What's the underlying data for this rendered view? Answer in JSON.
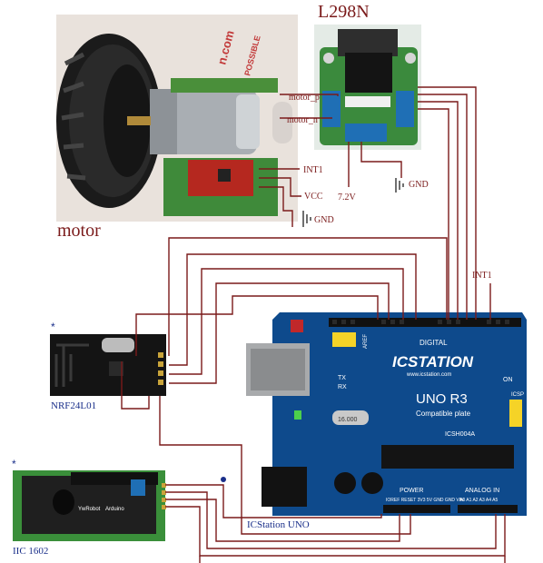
{
  "modules": {
    "motor": {
      "label": "motor"
    },
    "driver": {
      "label": "L298N"
    },
    "radio": {
      "label": "NRF24L01"
    },
    "lcd": {
      "label": "IIC 1602",
      "brand_a": "YwRobot",
      "brand_b": "Arduino"
    },
    "board": {
      "label": "ICStation UNO",
      "brand": "ICSTATION",
      "url": "www.icstation.com",
      "model": "UNO R3",
      "subtitle": "Compatible plate",
      "chip": "ICSH004A",
      "digital": "DIGITAL",
      "analog": "ANALOG IN",
      "aref": "AREF",
      "power": "POWER",
      "on": "ON",
      "tx": "TX",
      "rx": "RX",
      "icsp": "ICSP",
      "crystal": "16.000",
      "power_pins": "IOREF RESET 3V3 5V GND GND VIN",
      "analog_pins": "A0 A1 A2 A3 A4 A5"
    }
  },
  "nets": {
    "motor_p": "motor_p",
    "motor_n": "motor_n",
    "int1_top": "INT1",
    "int1_board": "INT1",
    "vcc": "VCC",
    "gnd_motor": "GND",
    "gnd_driver": "GND",
    "supply": "7.2V"
  },
  "watermark": {
    "site": "n.com",
    "word": "POSSIBLE"
  },
  "markers": {
    "radio": "*",
    "lcd": "*"
  },
  "colors": {
    "wire": "#7a1a1a",
    "board_blue": "#0e4a8c",
    "lcd_green": "#3a8f3a",
    "pcb_green": "#2f7a2f",
    "header_black": "#111111"
  }
}
